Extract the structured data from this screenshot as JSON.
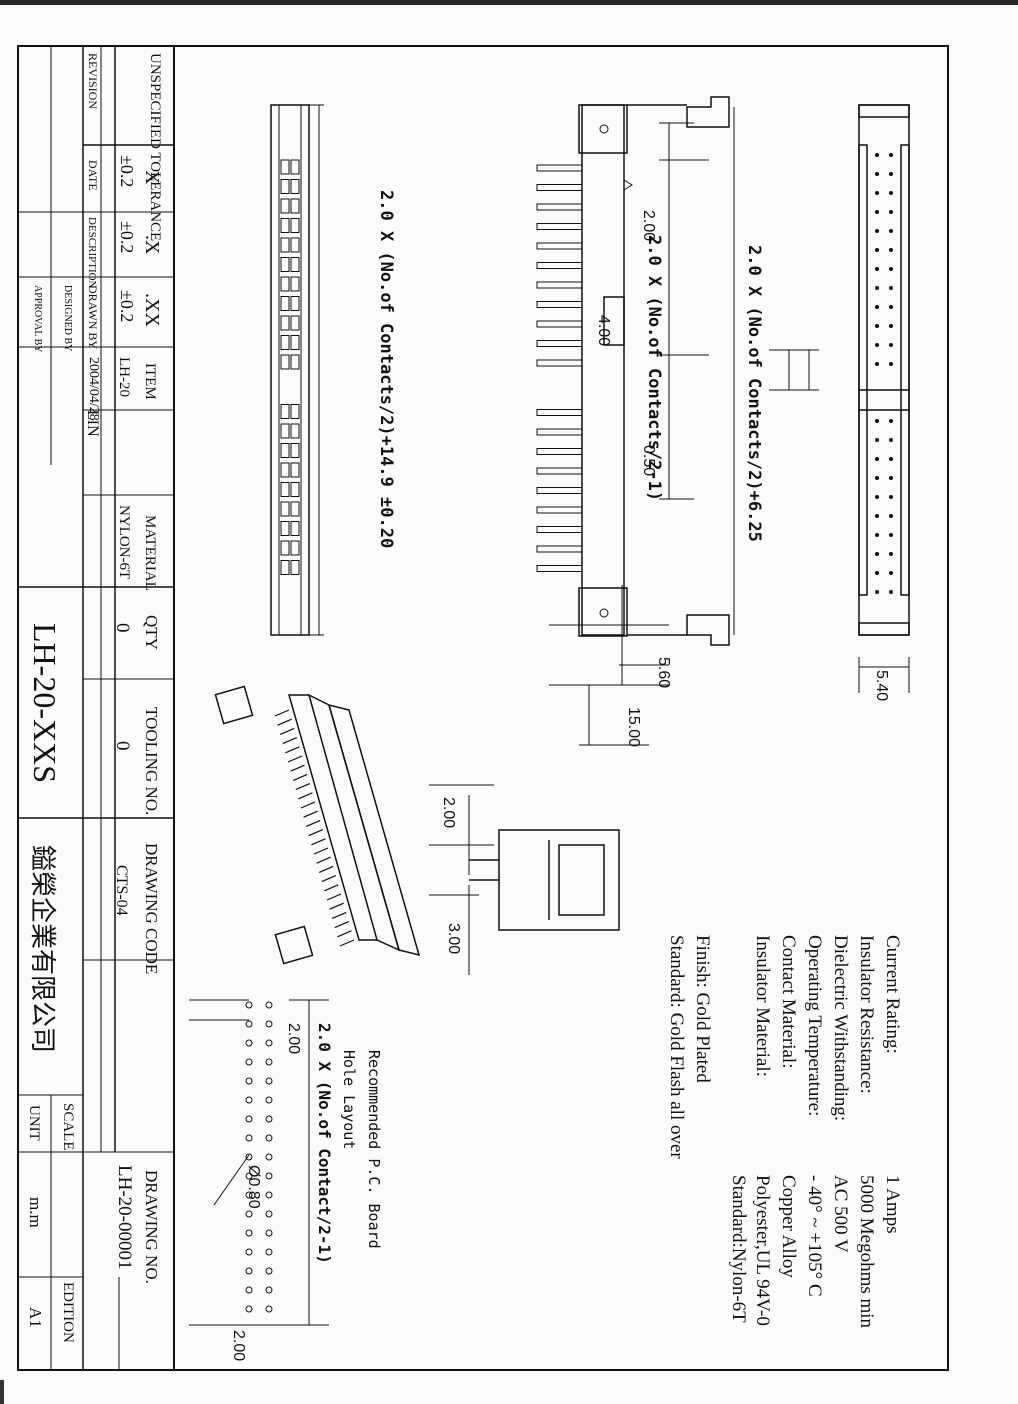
{
  "title_block": {
    "unspecified_tolerance": "UNSPECIFIED TOLERANCE",
    "tol_x_header": "X",
    "tol_dx_header": ".X",
    "tol_dxx_header": ".XX",
    "tol_x_value": "±0.2",
    "tol_dx_value": "±0.2",
    "tol_dxx_value": "±0.2",
    "revision": "REVISION",
    "date": "DATE",
    "description": "DESCRIPTION",
    "drawn_by": "DRAWN BY",
    "designed_by": "DESIGNED BY",
    "approval_by": "APPROVAL BY",
    "item_header": "ITEM",
    "item_value": "LH-20",
    "material_header": "MATERIAL",
    "material_value": "NYLON-6T",
    "drawn_by_value": "LIN",
    "date_value": "2004/04/28",
    "qty_header": "QTY",
    "qty_value": "0",
    "tooling_header": "TOOLING NO.",
    "tooling_value": "0",
    "drawing_code_header": "DRAWING CODE",
    "drawing_code_value": "CTS-04",
    "drawing_no_header": "DRAWING NO.",
    "drawing_no_value": "LH-20-00001",
    "part_name": "LH-20-XXS",
    "company": "鎰榮企業有限公司",
    "scale_header": "SCALE",
    "edition_header": "EDITION",
    "unit_header": "UNIT",
    "unit_value": "m.m",
    "edition_value": "A1"
  },
  "dimensions": {
    "overall_length": "2.0 X (No.of Contacts/2)+6.25",
    "row_length": "2.0 X (No.of Contacts/2-1)",
    "pitch": "2.00",
    "key_width": "4.00",
    "pin_width": "0.50",
    "body_width": "5.40",
    "side_offset": "5.60",
    "pin_length": "15.00",
    "bottom_length": "2.0 X (No.of Contacts/2)+14.9  ±0.20",
    "side_pitch": "2.00",
    "side_width": "3.00",
    "pcb_length": "2.0 X (No.of Contact/2-1)",
    "pcb_pitch_a": "2.00",
    "pcb_pitch_b": "2.00",
    "hole_dia": "Ø0.80"
  },
  "pcb_layout": {
    "line1": "Recommended P.C. Board",
    "line2": "Hole Layout"
  },
  "specs": {
    "labels": [
      "Current Rating:",
      "Insulator Resistance:",
      "Dielectric Withstanding:",
      "Operating Temperature:",
      "Contact Material:",
      "Insulator Material:"
    ],
    "values": [
      "1 Amps",
      "5000 Megohms min",
      "AC 500 V",
      "- 40° ~ +105° C",
      "Copper Alloy",
      "Polyester,UL 94V-0"
    ],
    "extra_value": "Standard:Nylon-6T",
    "finish": "Finish: Gold Plated",
    "standard": "Standard: Gold Flash all over"
  }
}
